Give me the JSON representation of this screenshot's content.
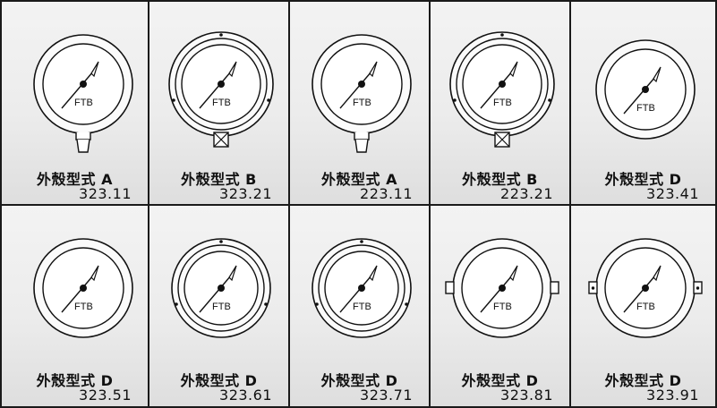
{
  "grid": {
    "cells": [
      {
        "label": "外殼型式 A",
        "code": "323.11",
        "variant": "A",
        "dial_text": "FTB"
      },
      {
        "label": "外殼型式 B",
        "code": "323.21",
        "variant": "B",
        "dial_text": "FTB"
      },
      {
        "label": "外殼型式 A",
        "code": "223.11",
        "variant": "A",
        "dial_text": "FTB"
      },
      {
        "label": "外殼型式 B",
        "code": "223.21",
        "variant": "B",
        "dial_text": "FTB"
      },
      {
        "label": "外殼型式 D",
        "code": "323.41",
        "variant": "D-plain",
        "dial_text": "FTB"
      },
      {
        "label": "外殼型式 D",
        "code": "323.51",
        "variant": "D-plain",
        "dial_text": "FTB"
      },
      {
        "label": "外殼型式 D",
        "code": "323.61",
        "variant": "D-ring",
        "dial_text": "FTB"
      },
      {
        "label": "外殼型式 D",
        "code": "323.71",
        "variant": "D-ring",
        "dial_text": "FTB"
      },
      {
        "label": "外殼型式 D",
        "code": "323.81",
        "variant": "D-tabs",
        "dial_text": "FTB"
      },
      {
        "label": "外殼型式 D",
        "code": "323.91",
        "variant": "D-tabs-holes",
        "dial_text": "FTB"
      }
    ]
  }
}
